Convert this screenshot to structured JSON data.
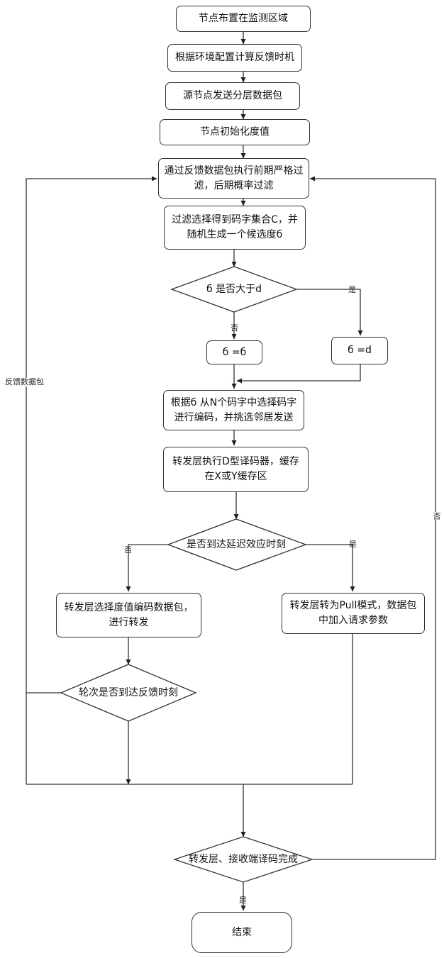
{
  "nodes": {
    "deploy": "节点布置在监测区域",
    "timing": "根据环境配置计算反馈时机",
    "send": "源节点发送分层数据包",
    "init": "节点初始化度值",
    "filter": "通过反馈数据包执行前期严格过滤，后期概率过滤",
    "select": "过滤选择得到码字集合C，并随机生成一个候选度б",
    "set_sigma": "б =б",
    "set_d": "б =d",
    "encode": "根据б 从N个码字中选择码字进行编码，并挑选邻居发送",
    "forward_decode": "转发层执行D型译码器，缓存在X或Y缓存区",
    "forward_degree": "转发层选择度值编码数据包，进行转发",
    "pull_mode": "转发层转为Pull模式，数据包中加入请求参数",
    "end": "结束"
  },
  "decisions": {
    "compare": "б 是否大于d",
    "delay": "是否到达延迟效应时刻",
    "round": "轮次是否到达反馈时刻",
    "complete": "转发层、接收端译码完成"
  },
  "labels": {
    "yes_compare": "是",
    "no_compare": "否",
    "yes_delay": "是",
    "no_delay": "否",
    "no_complete": "否",
    "yes_complete": "是",
    "feedback_packet": "反馈数据包"
  }
}
